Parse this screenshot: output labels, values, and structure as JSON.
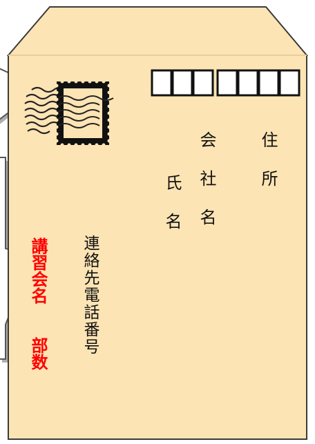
{
  "colors": {
    "envelope_fill": "#fce4b4",
    "envelope_stroke": "#3a3a3a",
    "background": "#ffffff",
    "red_text": "#ff0000",
    "black_text": "#111111",
    "callout_fill": "#ffffff",
    "callout_shadow": "#9a9a9a"
  },
  "postal_code_boxes": 7,
  "address_lines": {
    "address": "住所",
    "company": "会社名",
    "name": "氏名"
  },
  "left_notes": {
    "contact": "連絡先電話番号",
    "course": "講習会名",
    "copies": "部数"
  },
  "icons": {
    "stamp": "postage-stamp-icon",
    "postmark": "postmark-wavy-lines-icon"
  }
}
